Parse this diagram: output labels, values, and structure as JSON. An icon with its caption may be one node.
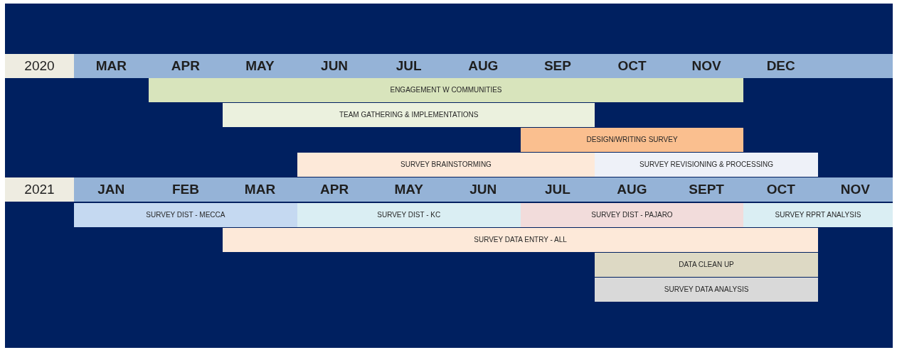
{
  "diagram": {
    "nodes": [
      {
        "text": [
          "ENGAGEMENT W COMMUNITIES"
        ]
      },
      {
        "text": [
          "TEAM GATHERING & IMPLEMENTATIONS"
        ]
      },
      {
        "text": [
          "DESIGN/WRITING SURVEY"
        ]
      },
      {
        "text": [
          "SURVEY BRAINSTORMING"
        ]
      },
      {
        "text": [
          "SURVEY REVISIONING & PROCESSING"
        ]
      },
      {
        "text": [
          "SURVEY DIST - MECCA"
        ]
      },
      {
        "text": [
          "SURVEY DIST - KC"
        ]
      },
      {
        "text": [
          "SURVEY DIST - PAJARO"
        ]
      },
      {
        "text": [
          "SURVEY RPRT ANALYSIS"
        ]
      },
      {
        "text": [
          "SURVEY DATA ENTRY - ALL"
        ]
      },
      {
        "text": [
          "DATA CLEAN UP"
        ]
      },
      {
        "text": [
          "SURVEY DATA ANALYSIS"
        ]
      }
    ],
    "labels": [
      "2020",
      "MAR",
      "APR",
      "MAY",
      "JUN",
      "JUL",
      "AUG",
      "SEP",
      "OCT",
      "NOV",
      "DEC",
      "2021",
      "JAN",
      "FEB",
      "MAR",
      "APR",
      "MAY",
      "JUN",
      "JUL",
      "AUG",
      "SEPT",
      "OCT",
      "NOV"
    ]
  }
}
